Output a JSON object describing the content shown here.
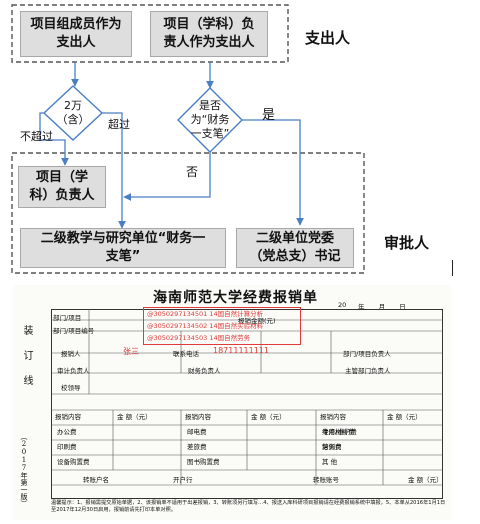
{
  "flow": {
    "box_members": "项目组成员作为\n支出人",
    "box_leaders": "项目（学科）负\n责人作为支出人",
    "label_payer": "支出人",
    "diamond_amount": "2万\n（含）",
    "label_not_over": "不超过",
    "label_over": "超过",
    "diamond_finance": "是否\n为“财务\n一支笔”",
    "label_yes": "是",
    "label_no": "否",
    "box_project_leader": "项目（学\n科）负责人",
    "box_unit_head": "二级教学与研究单位“财务一\n支笔”",
    "box_party_secretary": "二级单位党委\n（党总支）书记",
    "label_approver": "审批人"
  },
  "form": {
    "title": "海南师范大学经费报销单",
    "date_year": "20",
    "date_suffix": "年 月 日",
    "side_binding": "装 订 线",
    "side_year": "（2017年第一版）",
    "row_labels": {
      "dept_project": "部门/项目",
      "dept_project_code": "部门/项目编号",
      "applicant": "报销人",
      "contact": "联系电话",
      "dept_head": "部门/项目负责人",
      "audit_dept_head": "审计负责人",
      "finance_head": "财务负责人",
      "main_dept_head": "主管部门负责人",
      "school_leader": "校领导",
      "reimburse_amount": "报销金额(元)"
    },
    "stamps": [
      "@3050297134501 14国自然计算分析",
      "@3050297134502 14国自然实验材料",
      "@3050297134503 14国自然劳务"
    ],
    "applicant_name": "张三",
    "applicant_phone": "18711111111",
    "expense_headers": [
      "报销内容",
      "金 额（元）",
      "报销内容",
      "金 额（元）",
      "报销内容",
      "金 额（元）"
    ],
    "expense_items": [
      [
        "办公费",
        "邮电费",
        "维修/维护费",
        "专用材料费"
      ],
      [
        "印刷费",
        "差旅费",
        "培训费",
        "劳务费"
      ],
      [
        "设备购置费",
        "图书购置费",
        "其 他",
        ""
      ]
    ],
    "payee_headers": [
      "转账户名",
      "开户行",
      "转账账号",
      "金 额（元）"
    ],
    "notes": "温馨提示：1、报销需提交原始单据，2、该报销单不适用于出差报销，3、转账须另行填写…4、报送入库科研项目报销请在经费报销系统中填报，5、本单从2016年1月1日至2017年12月30日启用，报销前请先打印本单对照。"
  }
}
